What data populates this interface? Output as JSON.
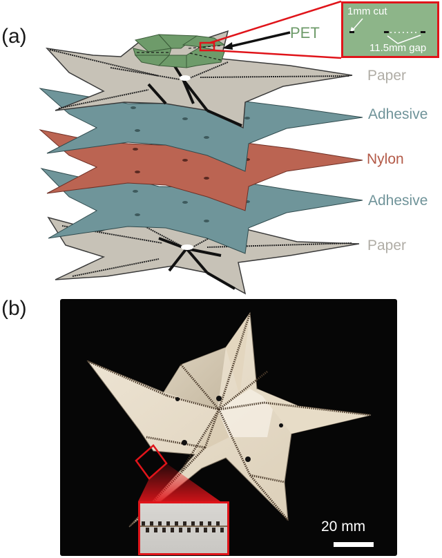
{
  "figure": {
    "panel_a": {
      "label": "(a)",
      "description": "Exploded view of layered origami star structure",
      "layers": [
        {
          "name": "PET",
          "color": "#6e9b6a",
          "label_color": "#6e9b6a"
        },
        {
          "name": "Paper",
          "color": "#c9c4ba",
          "label_color": "#b0ada6"
        },
        {
          "name": "Adhesive",
          "color": "#6e959b",
          "label_color": "#6f9399"
        },
        {
          "name": "Nylon",
          "color": "#bd6553",
          "label_color": "#b35a48"
        },
        {
          "name": "Adhesive",
          "color": "#6e959b",
          "label_color": "#6f9399"
        },
        {
          "name": "Paper",
          "color": "#c9c4ba",
          "label_color": "#b0ada6"
        }
      ],
      "inset": {
        "cut_label": "1mm cut",
        "gap_label": "11.5mm gap",
        "background": "#8db589",
        "border_color": "#e0141a"
      }
    },
    "panel_b": {
      "label": "(b)",
      "description": "Photograph of assembled star-shaped origami",
      "scale_bar_label": "20 mm",
      "highlight_color": "#e0141a"
    }
  }
}
